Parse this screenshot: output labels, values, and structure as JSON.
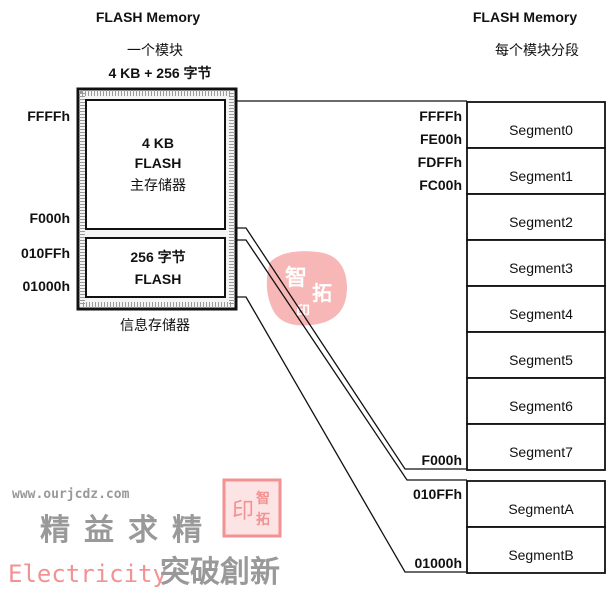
{
  "left": {
    "title": "FLASH Memory",
    "subtitle1": "一个模块",
    "subtitle2": "4 KB + 256 字节",
    "main_block": {
      "line1": "4 KB",
      "line2": "FLASH",
      "line3": "主存储器"
    },
    "info_block": {
      "line1": "256 字节",
      "line2": "FLASH"
    },
    "caption": "信息存储器",
    "addresses": [
      "FFFFh",
      "F000h",
      "010FFh",
      "01000h"
    ]
  },
  "right": {
    "title": "FLASH Memory",
    "subtitle": "每个模块分段",
    "addresses_top": [
      "FFFFh",
      "FE00h",
      "FDFFh",
      "FC00h"
    ],
    "address_f000": "F000h",
    "address_010ff": "010FFh",
    "address_01000": "01000h",
    "main_segments": [
      "Segment0",
      "Segment1",
      "Segment2",
      "Segment3",
      "Segment4",
      "Segment5",
      "Segment6",
      "Segment7"
    ],
    "info_segments": [
      "SegmentA",
      "SegmentB"
    ]
  },
  "watermark": {
    "stamp": "智拓印",
    "url": "www.ourjcdz.com",
    "slogan1": "精益求精",
    "slogan2_latin": "Electricity",
    "slogan2_cjk": "突破創新",
    "stamp_small": "印智拓"
  },
  "colors": {
    "ink": "#111111",
    "stamp": "#f08080",
    "watermark_gray": "#888888"
  }
}
